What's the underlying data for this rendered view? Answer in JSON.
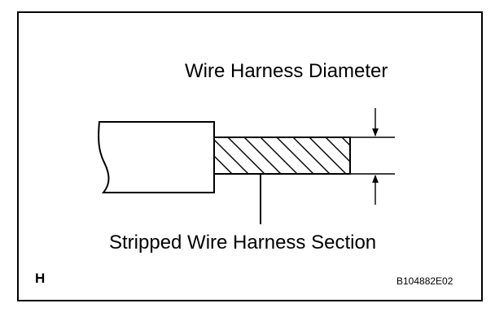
{
  "labels": {
    "diameter": "Wire Harness Diameter",
    "stripped_section": "Stripped Wire Harness Section",
    "corner_letter": "H",
    "figure_code": "B104882E02"
  },
  "colors": {
    "line": "#000000",
    "background": "#ffffff"
  }
}
